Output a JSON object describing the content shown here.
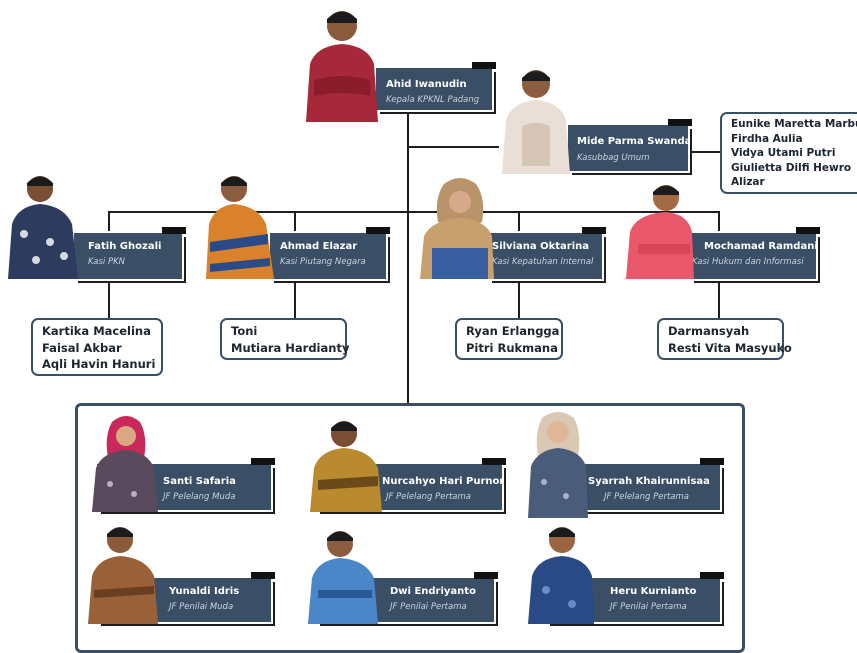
{
  "head": {
    "name": "Ahid Iwanudin",
    "role": "Kepala KPKNL Padang"
  },
  "sub": {
    "name": "Mide Parma Swanda",
    "role": "Kasubbag Umum",
    "staff": [
      "Eunike Maretta Marbun",
      "Firdha Aulia",
      "Vidya Utami Putri",
      "Giulietta Dilfi Hewro",
      "Alizar"
    ]
  },
  "sections": [
    {
      "name": "Fatih Ghozali",
      "role": "Kasi PKN",
      "staff": [
        "Kartika Macelina",
        "Faisal Akbar",
        "Aqli Havin Hanuri"
      ]
    },
    {
      "name": "Ahmad Elazar",
      "role": "Kasi Piutang Negara",
      "staff": [
        "Toni",
        "Mutiara Hardianty"
      ]
    },
    {
      "name": "Silviana Oktarina",
      "role": "Kasi Kepatuhan Internal",
      "staff": [
        "Ryan Erlangga",
        "Pitri Rukmana"
      ]
    },
    {
      "name": "Mochamad Ramdani",
      "role": "Kasi Hukum dan Informasi",
      "staff": [
        "Darmansyah",
        "Resti Vita Masyuko"
      ]
    }
  ],
  "functional": [
    {
      "name": "Santi Safaria",
      "role": "JF Pelelang Muda"
    },
    {
      "name": "Nurcahyo Hari Purnomo",
      "role": "JF Pelelang Pertama"
    },
    {
      "name": "Syarrah Khairunnisaa",
      "role": "JF Pelelang Pertama"
    },
    {
      "name": "Yunaldi Idris",
      "role": "JF Penilai Muda"
    },
    {
      "name": "Dwi Endriyanto",
      "role": "JF Penilai Pertama"
    },
    {
      "name": "Heru Kurnianto",
      "role": "JF Penilai Pertama"
    }
  ],
  "colors": {
    "card": "#3a4f66",
    "line": "#1e1e1e",
    "text": "#1c2530"
  }
}
